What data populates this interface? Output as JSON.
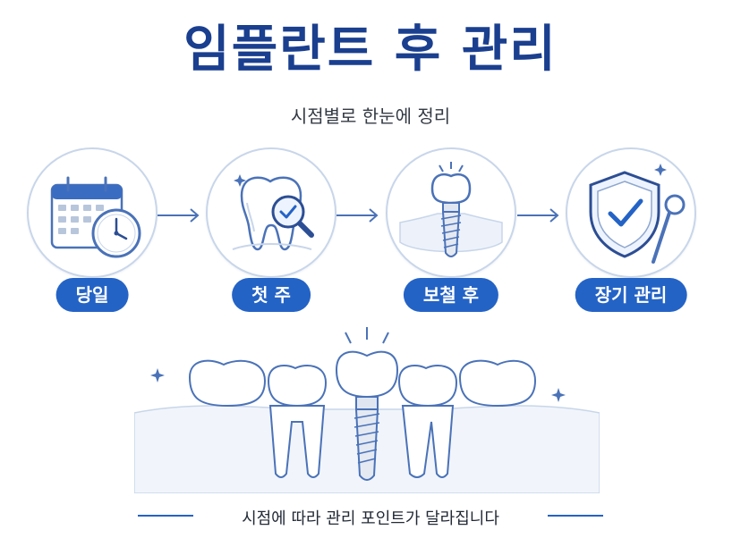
{
  "header": {
    "title": "임플란트 후 관리",
    "subtitle": "시점별로 한눈에 정리"
  },
  "stages": [
    {
      "label": "당일",
      "icon": "calendar-clock-icon"
    },
    {
      "label": "첫 주",
      "icon": "tooth-magnifier-icon"
    },
    {
      "label": "보철 후",
      "icon": "implant-crown-icon"
    },
    {
      "label": "장기 관리",
      "icon": "shield-check-mirror-icon"
    }
  ],
  "footer": {
    "caption": "시점에 따라 관리 포인트가 달라집니다"
  },
  "colors": {
    "title": "#1b3f8f",
    "accent": "#2463c6",
    "line": "#4a72b8",
    "light": "#c8d6ea"
  }
}
